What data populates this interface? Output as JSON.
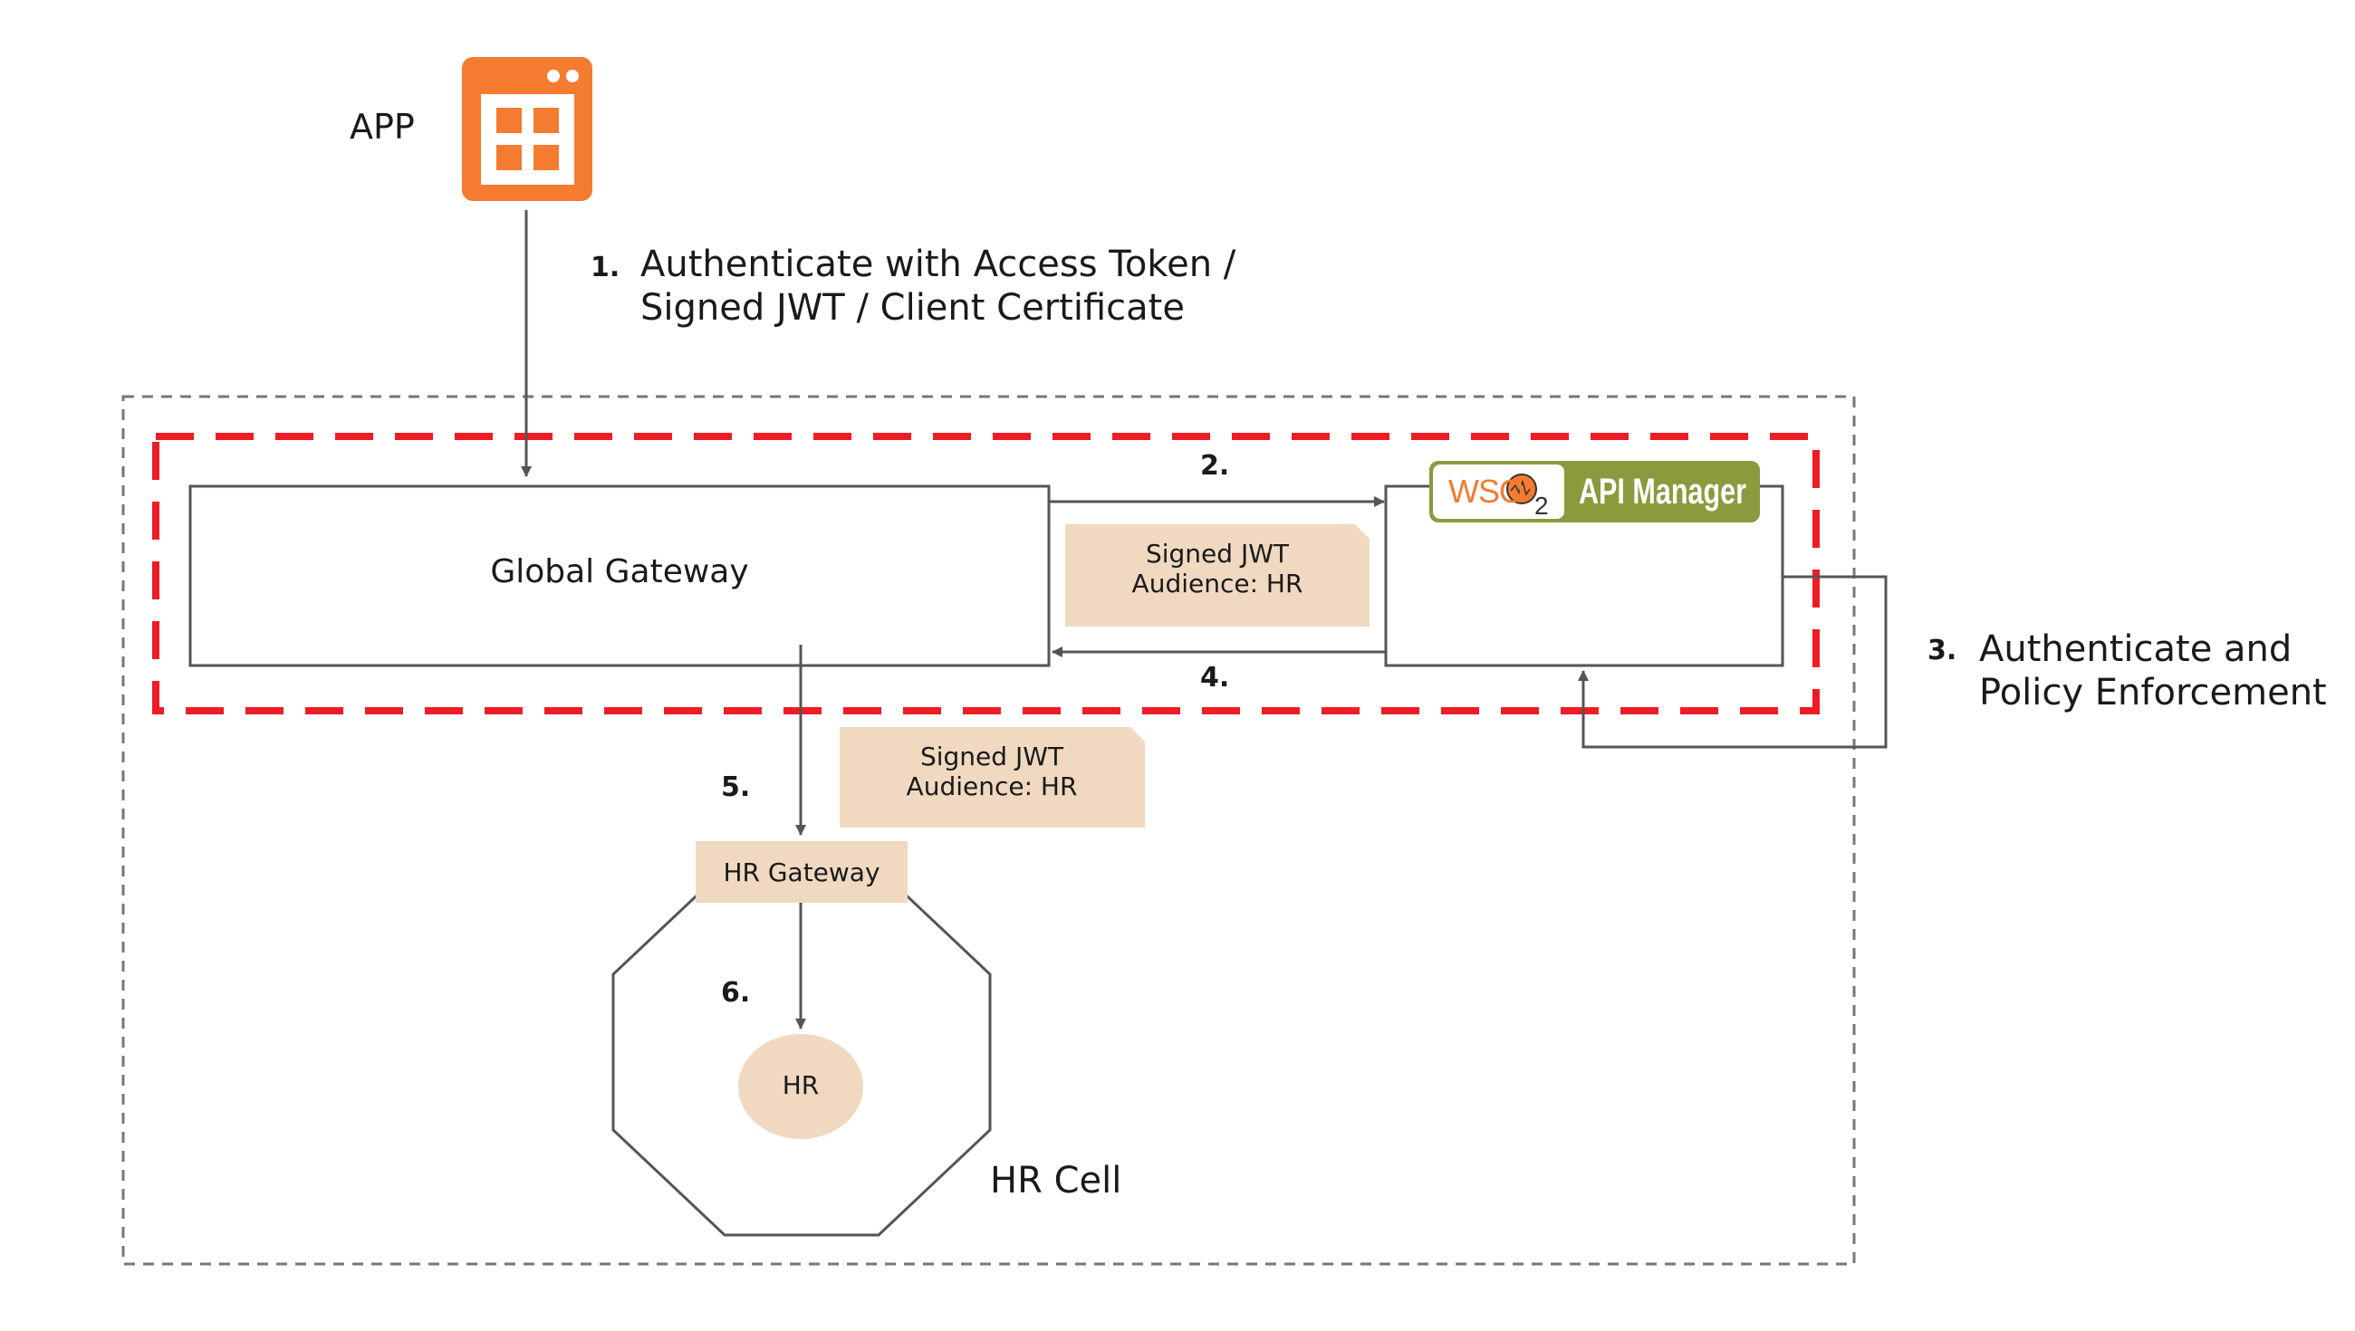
{
  "app": {
    "label": "APP",
    "icon": "app-window-icon",
    "color": "#f47b30"
  },
  "steps": {
    "s1": {
      "num": "1.",
      "line1": "Authenticate with Access Token /",
      "line2": "Signed JWT / Client Certificate"
    },
    "s2": {
      "num": "2."
    },
    "s3": {
      "num": "3.",
      "line1": "Authenticate and",
      "line2": "Policy Enforcement"
    },
    "s4": {
      "num": "4."
    },
    "s5": {
      "num": "5."
    },
    "s6": {
      "num": "6."
    }
  },
  "global_gateway": {
    "label": "Global Gateway"
  },
  "api_manager": {
    "logo_text": "WSO",
    "logo_sub": "2",
    "label": "API Manager",
    "color": "#8a9a3c"
  },
  "notes": {
    "n1": {
      "line1": "Signed JWT",
      "line2": "Audience: HR"
    },
    "n2": {
      "line1": "Signed JWT",
      "line2": "Audience: HR"
    }
  },
  "hr_gateway": {
    "label": "HR Gateway"
  },
  "hr_service": {
    "label": "HR"
  },
  "hr_cell": {
    "label": "HR Cell"
  },
  "colors": {
    "note_fill": "#f0d9c0",
    "boundary_red": "#ee1c25",
    "arrow": "#555555"
  }
}
